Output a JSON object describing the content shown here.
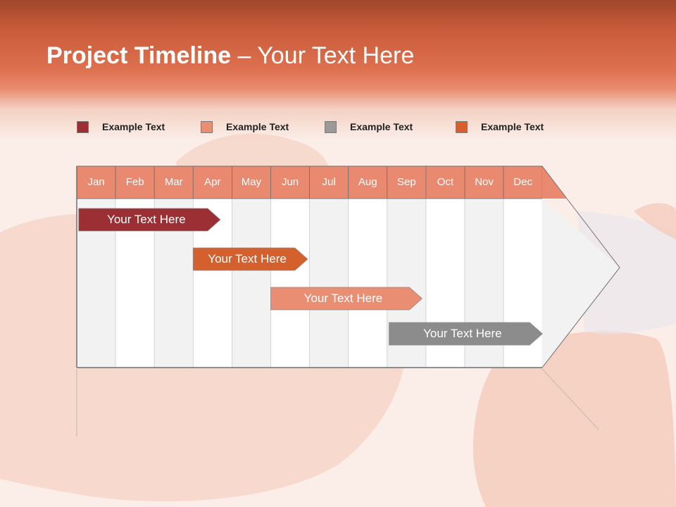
{
  "title": {
    "bold": "Project Timeline",
    "regular": " – Your Text Here"
  },
  "legend": [
    {
      "label": "Example Text",
      "color": "#9b2f33"
    },
    {
      "label": "Example Text",
      "color": "#e98e72"
    },
    {
      "label": "Example Text",
      "color": "#9a9a9a"
    },
    {
      "label": "Example Text",
      "color": "#d4602e"
    }
  ],
  "months": [
    "Jan",
    "Feb",
    "Mar",
    "Apr",
    "May",
    "Jun",
    "Jul",
    "Aug",
    "Sep",
    "Oct",
    "Nov",
    "Dec"
  ],
  "tasks": [
    {
      "label": "Your  Text Here",
      "color": "#9b2f33",
      "start_month": 0.05,
      "end_month": 3.7
    },
    {
      "label": "Your  Text Here",
      "color": "#d4602e",
      "start_month": 3.0,
      "end_month": 5.95
    },
    {
      "label": "Your  Text Here",
      "color": "#e98e72",
      "start_month": 5.0,
      "end_month": 8.9
    },
    {
      "label": "Your  Text Here",
      "color": "#8c8c8c",
      "start_month": 8.05,
      "end_month": 12.0
    }
  ],
  "colors": {
    "header_accent": "#d96a47",
    "month_header": "#e98a70",
    "white_column": "#ffffff",
    "gray_column": "#f2f2f2"
  }
}
